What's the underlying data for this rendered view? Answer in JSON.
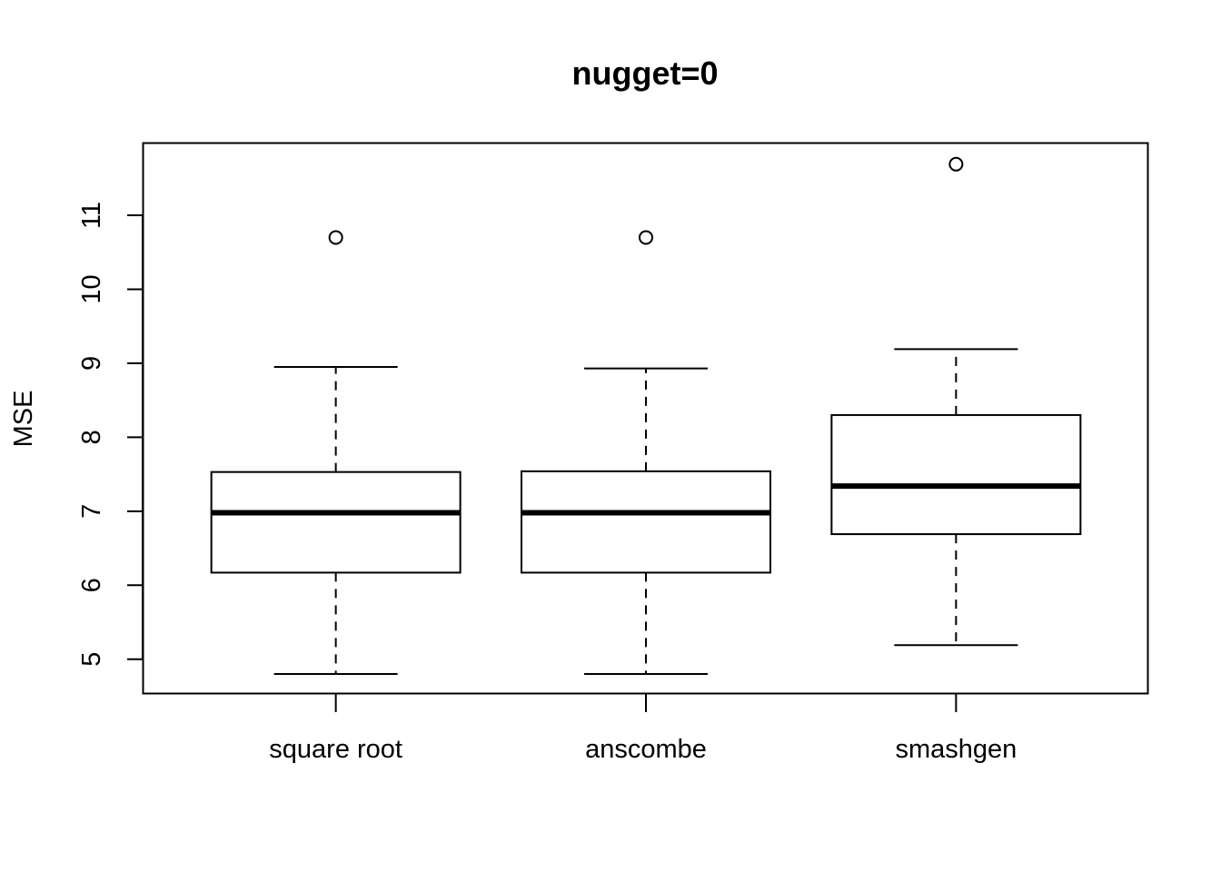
{
  "chart_data": {
    "type": "boxplot",
    "title": "nugget=0",
    "xlabel": "",
    "ylabel": "MSE",
    "ylim": [
      4.53,
      11.97
    ],
    "yticks": [
      5,
      6,
      7,
      8,
      9,
      10,
      11
    ],
    "ytick_labels": [
      "5",
      "6",
      "7",
      "8",
      "9",
      "10",
      "11"
    ],
    "categories": [
      "square root",
      "anscombe",
      "smashgen"
    ],
    "boxes": [
      {
        "label": "square root",
        "whisker_low": 4.8,
        "q1": 6.17,
        "median": 6.98,
        "q3": 7.53,
        "whisker_high": 8.95,
        "outliers": [
          10.7
        ]
      },
      {
        "label": "anscombe",
        "whisker_low": 4.8,
        "q1": 6.17,
        "median": 6.98,
        "q3": 7.54,
        "whisker_high": 8.93,
        "outliers": [
          10.7
        ]
      },
      {
        "label": "smashgen",
        "whisker_low": 5.19,
        "q1": 6.69,
        "median": 7.34,
        "q3": 8.3,
        "whisker_high": 9.19,
        "outliers": [
          11.69
        ]
      }
    ],
    "grid": false,
    "legend": "none",
    "colors": {
      "box_fill": "#ffffff",
      "stroke": "#000000"
    }
  }
}
